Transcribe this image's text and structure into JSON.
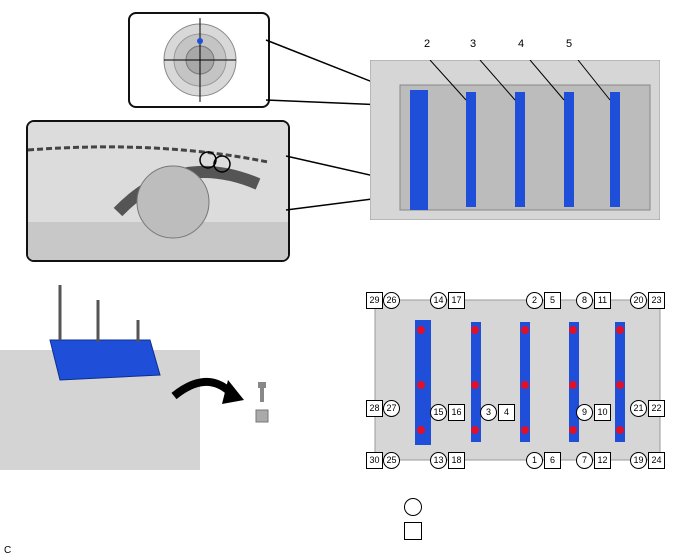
{
  "figure_code": "C",
  "top_view_labels": [
    "2",
    "3",
    "4",
    "5"
  ],
  "order_circle": [
    "26",
    "14",
    "2",
    "8",
    "20",
    "27",
    "15",
    "3",
    "9",
    "21",
    "25",
    "13",
    "1",
    "7",
    "19"
  ],
  "order_square": [
    "29",
    "17",
    "5",
    "11",
    "23",
    "28",
    "16",
    "4",
    "10",
    "22",
    "30",
    "18",
    "6",
    "12",
    "24"
  ],
  "legend": [
    "circle-symbol",
    "square-symbol"
  ],
  "colors": {
    "highlight_blue": "#1f4fd8",
    "bolt_red": "#e0102a",
    "engine_gray": "#cfcfcf"
  }
}
